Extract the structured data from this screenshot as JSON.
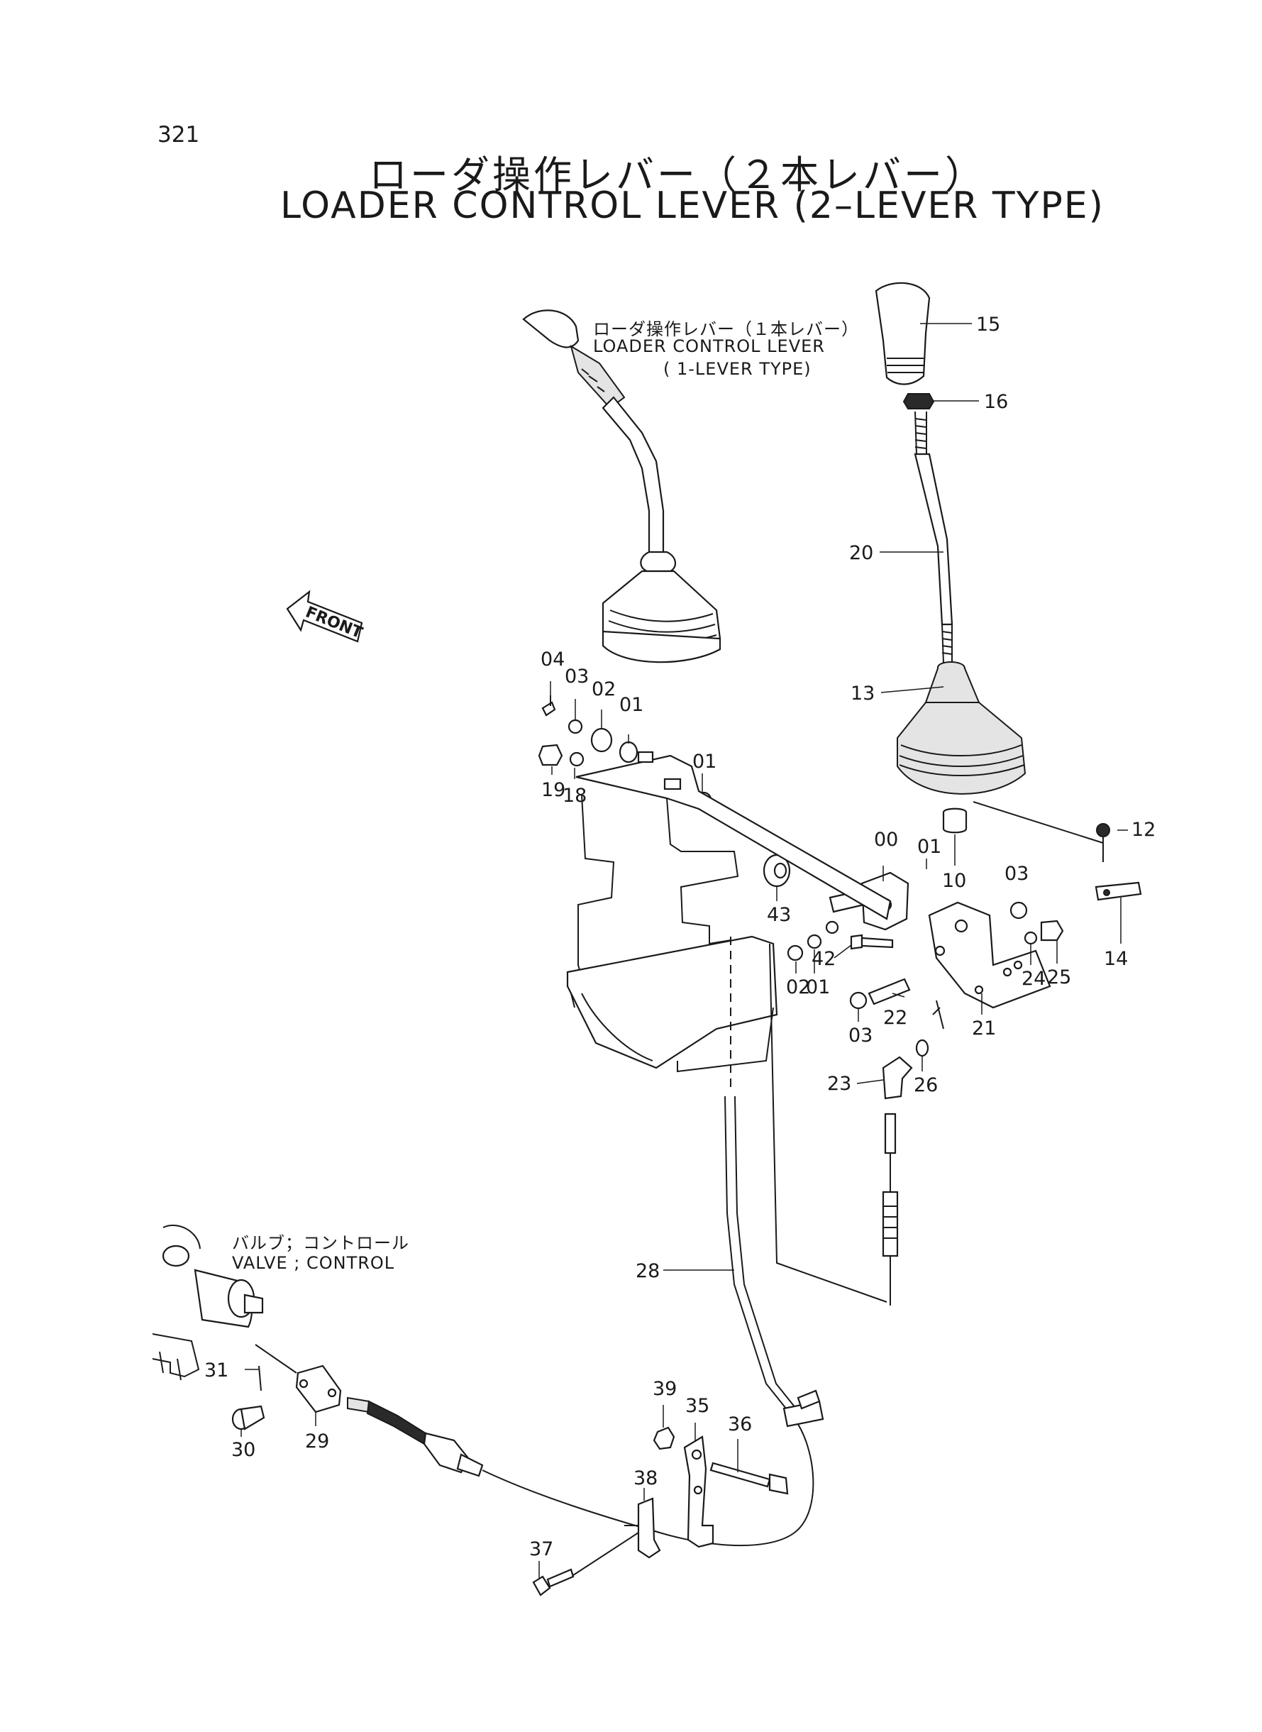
{
  "page_number": "321",
  "title_jp": "ローダ操作レバー（２本レバー）",
  "title_en": "LOADER CONTROL LEVER (2–LEVER TYPE)",
  "inset_note": {
    "jp": "ローダ操作レバー（１本レバー）",
    "en_line1": "LOADER CONTROL LEVER",
    "en_line2": "( 1-LEVER TYPE)"
  },
  "valve_note": {
    "jp": "バルブ；コントロール",
    "en": "VALVE ; CONTROL"
  },
  "front_label": "FRONT",
  "callouts": {
    "c15": "15",
    "c16": "16",
    "c20": "20",
    "c13": "13",
    "c12": "12",
    "c10": "10",
    "c14": "14",
    "c00": "00",
    "c01a": "01",
    "c01b": "01",
    "c01c": "01",
    "c01d": "01",
    "c02a": "02",
    "c02b": "02",
    "c03a": "03",
    "c03b": "03",
    "c03c": "03",
    "c04": "04",
    "c19": "19",
    "c18": "18",
    "c43": "43",
    "c42": "42",
    "c22": "22",
    "c21": "21",
    "c24": "24",
    "c25": "25",
    "c23": "23",
    "c26": "26",
    "c28": "28",
    "c31": "31",
    "c30": "30",
    "c29": "29",
    "c39": "39",
    "c35": "35",
    "c36": "36",
    "c38": "38",
    "c37": "37"
  }
}
